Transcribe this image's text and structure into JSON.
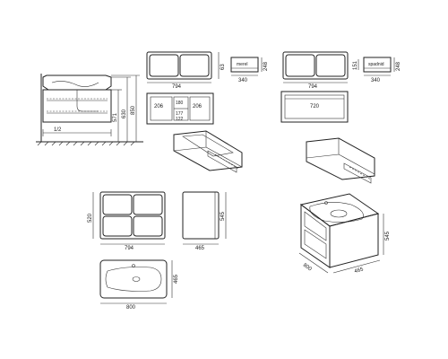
{
  "side_view": {
    "half_label": "1/2",
    "height_a": "571",
    "height_b": "630",
    "height_c": "850"
  },
  "front_cabinet_top": {
    "width": "794",
    "depth": "63"
  },
  "drawer_top_view": {
    "label": "merel",
    "depth": "340",
    "height": "248"
  },
  "drawer_inner_left": {
    "left": "206",
    "center_top": "180",
    "center_bottom": "177",
    "center_low": "122",
    "right": "206"
  },
  "front_right_top": {
    "width": "794"
  },
  "drawer_right_view": {
    "label": "spadnid",
    "height_a": "151",
    "depth": "340",
    "height_b": "248"
  },
  "drawer_inner_right": {
    "width": "720"
  },
  "front_elevation": {
    "height": "520",
    "width": "794"
  },
  "side_elevation": {
    "height": "545",
    "depth": "465"
  },
  "basin_top": {
    "width": "800",
    "depth": "465"
  },
  "iso_cabinet": {
    "height": "545",
    "width": "800",
    "depth": "465"
  }
}
